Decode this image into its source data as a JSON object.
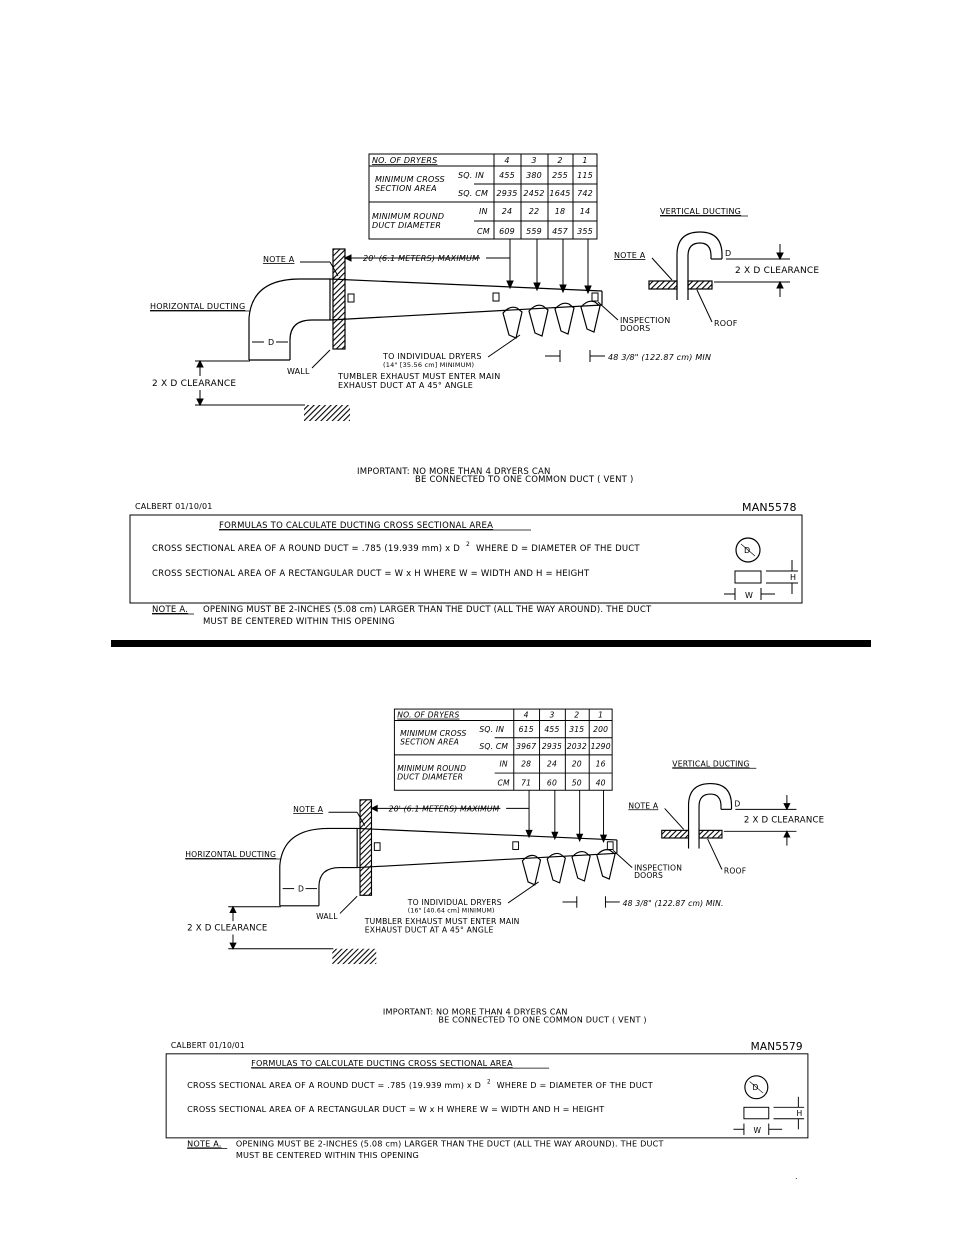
{
  "diagrams": [
    {
      "table": {
        "no_of_dryers_label": "NO. OF DRYERS",
        "cols": [
          "4",
          "3",
          "2",
          "1"
        ],
        "cross_section_label_1": "MINIMUM CROSS",
        "cross_section_label_2": "SECTION AREA",
        "sq_in_label": "SQ. IN",
        "sq_cm_label": "SQ. CM",
        "sq_in": [
          "455",
          "380",
          "255",
          "115"
        ],
        "sq_cm": [
          "2935",
          "2452",
          "1645",
          "742"
        ],
        "round_label_1": "MINIMUM ROUND",
        "round_label_2": "DUCT DIAMETER",
        "in_label": "IN",
        "cm_label": "CM",
        "in": [
          "24",
          "22",
          "18",
          "14"
        ],
        "cm": [
          "609",
          "559",
          "457",
          "355"
        ]
      },
      "labels": {
        "note_a": "NOTE A",
        "max_len": "20' (6.1 METERS) MAXIMUM",
        "horizontal": "HORIZONTAL DUCTING",
        "d": "D",
        "wall": "WALL",
        "to_individual": "TO INDIVIDUAL DRYERS",
        "to_individual_min": "(14\" [35.56 cm] MINIMUM)",
        "tumbler_1": "TUMBLER EXHAUST MUST ENTER MAIN",
        "tumbler_2": "EXHAUST DUCT AT A 45° ANGLE",
        "clearance": "2 X D CLEARANCE",
        "spacing": "48 3/8\" (122.87 cm) MIN",
        "inspection_1": "INSPECTION",
        "inspection_2": "DOORS",
        "roof": "ROOF",
        "vertical": "VERTICAL DUCTING",
        "vert_note_a": "NOTE A",
        "vert_clearance": "2 X D CLEARANCE"
      },
      "important_1": "IMPORTANT: NO MORE THAN 4 DRYERS CAN",
      "important_2": "BE CONNECTED TO ONE COMMON DUCT ( VENT )",
      "author": "CALBERT 01/10/01",
      "code": "MAN5578",
      "formulas_title": "FORMULAS TO CALCULATE DUCTING CROSS SECTIONAL AREA",
      "formula_round_1": "CROSS SECTIONAL AREA OF A ROUND DUCT = .785 (19.939 mm) x D",
      "formula_round_exp": "2",
      "formula_round_2": "WHERE D = DIAMETER OF THE DUCT",
      "formula_rect": "CROSS SECTIONAL AREA OF A RECTANGULAR DUCT = W x H   WHERE W = WIDTH AND H = HEIGHT",
      "note_label": "NOTE A.",
      "note_1": "OPENING MUST BE 2-INCHES (5.08 cm) LARGER THAN THE DUCT (ALL THE WAY AROUND). THE DUCT",
      "note_2": "MUST BE CENTERED WITHIN THIS OPENING",
      "icon_d": "D",
      "icon_h": "H",
      "icon_w": "W"
    },
    {
      "table": {
        "no_of_dryers_label": "NO. OF DRYERS",
        "cols": [
          "4",
          "3",
          "2",
          "1"
        ],
        "cross_section_label_1": "MINIMUM CROSS",
        "cross_section_label_2": "SECTION AREA",
        "sq_in_label": "SQ. IN",
        "sq_cm_label": "SQ. CM",
        "sq_in": [
          "615",
          "455",
          "315",
          "200"
        ],
        "sq_cm": [
          "3967",
          "2935",
          "2032",
          "1290"
        ],
        "round_label_1": "MINIMUM ROUND",
        "round_label_2": "DUCT DIAMETER",
        "in_label": "IN",
        "cm_label": "CM",
        "in": [
          "28",
          "24",
          "20",
          "16"
        ],
        "cm": [
          "71",
          "60",
          "50",
          "40"
        ]
      },
      "labels": {
        "note_a": "NOTE A",
        "max_len": "20' (6.1 METERS) MAXIMUM",
        "horizontal": "HORIZONTAL DUCTING",
        "d": "D",
        "wall": "WALL",
        "to_individual": "TO INDIVIDUAL DRYERS",
        "to_individual_min": "(16\" [40.64 cm] MINIMUM)",
        "tumbler_1": "TUMBLER EXHAUST MUST ENTER MAIN",
        "tumbler_2": "EXHAUST DUCT AT A 45° ANGLE",
        "clearance": "2 X D CLEARANCE",
        "spacing": "48 3/8\" (122.87 cm) MIN.",
        "inspection_1": "INSPECTION",
        "inspection_2": "DOORS",
        "roof": "ROOF",
        "vertical": "VERTICAL DUCTING",
        "vert_note_a": "NOTE A",
        "vert_clearance": "2 X D CLEARANCE"
      },
      "important_1": "IMPORTANT: NO MORE THAN 4 DRYERS CAN",
      "important_2": "BE CONNECTED TO ONE COMMON DUCT ( VENT )",
      "author": "CALBERT 01/10/01",
      "code": "MAN5579",
      "formulas_title": "FORMULAS TO CALCULATE DUCTING CROSS SECTIONAL AREA",
      "formula_round_1": "CROSS SECTIONAL AREA OF A ROUND DUCT = .785 (19.939 mm) x D",
      "formula_round_exp": "2",
      "formula_round_2": "WHERE D = DIAMETER OF THE DUCT",
      "formula_rect": "CROSS SECTIONAL AREA OF A RECTANGULAR DUCT = W x H   WHERE W = WIDTH AND H = HEIGHT",
      "note_label": "NOTE A.",
      "note_1": "OPENING MUST BE 2-INCHES (5.08 cm) LARGER THAN THE DUCT (ALL THE WAY AROUND). THE DUCT",
      "note_2": "MUST BE CENTERED WITHIN THIS OPENING",
      "icon_d": "D",
      "icon_h": "H",
      "icon_w": "W"
    }
  ],
  "footer_mark": "."
}
